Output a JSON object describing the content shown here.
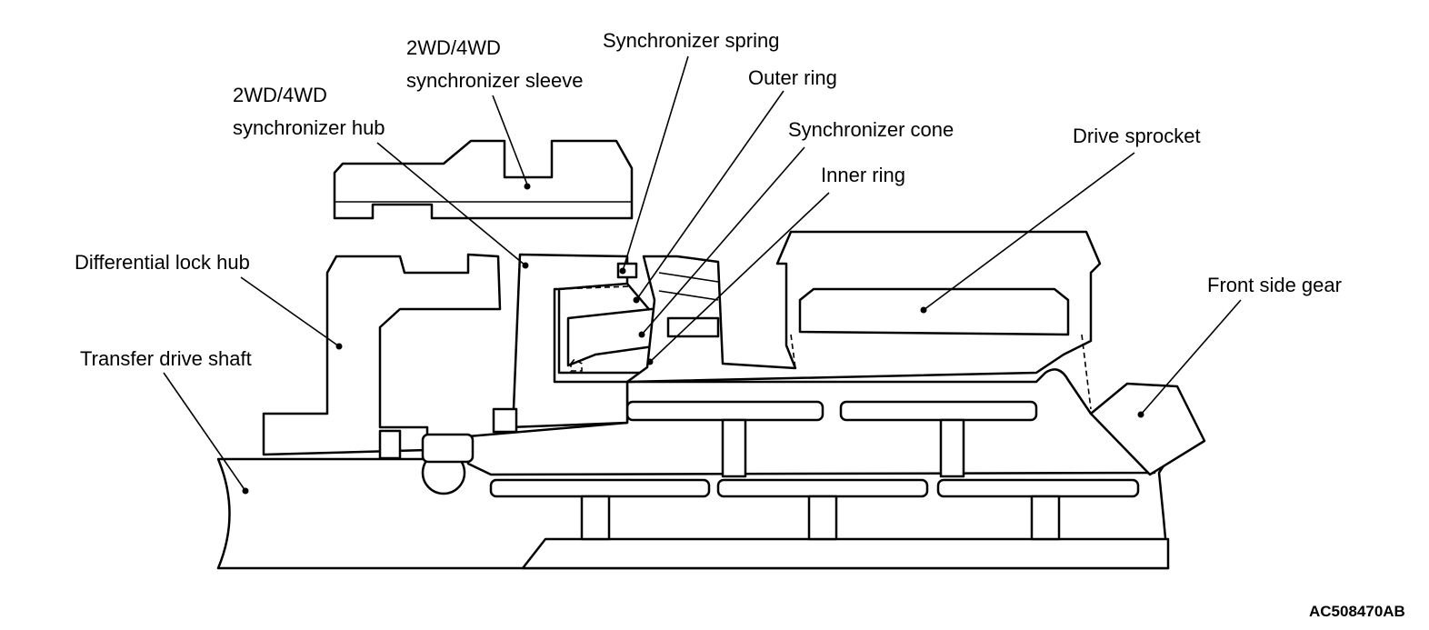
{
  "labels": {
    "sleeve_line1": "2WD/4WD",
    "sleeve_line2": "synchronizer sleeve",
    "spring": "Synchronizer spring",
    "outer_ring": "Outer ring",
    "hub_line1": "2WD/4WD",
    "hub_line2": "synchronizer hub",
    "cone": "Synchronizer cone",
    "drive_sprocket": "Drive sprocket",
    "inner_ring": "Inner ring",
    "diff_lock_hub": "Differential lock hub",
    "front_side_gear": "Front side gear",
    "transfer_drive_shaft": "Transfer drive shaft"
  },
  "figure_code": "AC508470AB"
}
